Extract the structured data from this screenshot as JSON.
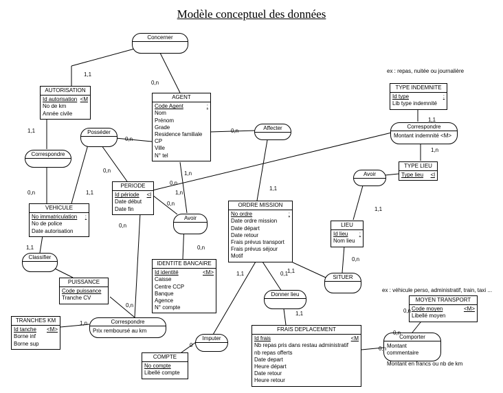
{
  "title": "Modèle conceptuel des données",
  "entities": {
    "autorisation": {
      "name": "AUTORISATION",
      "key": "Id autorisation",
      "key_tag": "<M",
      "attrs": [
        "No de km",
        "Année civile"
      ]
    },
    "agent": {
      "name": "AGENT",
      "key": "Code Agent",
      "key_tag": ":",
      "attrs": [
        "Nom",
        "Prénom",
        "Grade",
        "Residence familiale",
        "CP",
        "Ville",
        "N° tel"
      ]
    },
    "type_indemnite": {
      "name": "TYPE INDEMNITE",
      "key": "Id type",
      "key_tag": ":",
      "attrs": [
        "Lib type indemnité"
      ]
    },
    "type_lieu": {
      "name": "TYPE LIEU",
      "key": "Type lieu",
      "key_tag": "<l",
      "attrs": []
    },
    "vehicule": {
      "name": "VEHICULE",
      "key": "No immatriculation",
      "key_tag": ":",
      "attrs": [
        "No de police",
        "Date autorisation"
      ]
    },
    "periode": {
      "name": "PERIODE",
      "key": "Id période",
      "key_tag": "<l",
      "attrs": [
        "Date début",
        "Date fin"
      ]
    },
    "ordre_mission": {
      "name": "ORDRE MISSION",
      "key": "No ordre",
      "key_tag": ":",
      "attrs": [
        "Date ordre mission",
        "Date départ",
        "Date retour",
        "Frais prévus transport",
        "Frais prévus séjour",
        "Motif"
      ]
    },
    "lieu": {
      "name": "LIEU",
      "key": "Id lieu",
      "key_tag": ":",
      "attrs": [
        "Nom lieu"
      ]
    },
    "identite_bancaire": {
      "name": "IDENTITE BANCAIRE",
      "key": "Id identité",
      "key_tag": "<M>",
      "attrs": [
        "Caisse",
        "Centre CCP",
        "Banque",
        "Agence",
        "N° compte"
      ]
    },
    "puissance": {
      "name": "PUISSANCE",
      "key": "Code puissance",
      "key_tag": "",
      "attrs": [
        "Tranche CV"
      ]
    },
    "tranches_km": {
      "name": "TRANCHES KM",
      "key": "Id tanche",
      "key_tag": "<M>",
      "attrs": [
        "Borne inf",
        "Borne sup"
      ]
    },
    "moyen_transport": {
      "name": "MOYEN TRANSPORT",
      "key": "Code moyen",
      "key_tag": "<M>",
      "attrs": [
        "Libellé moyen"
      ]
    },
    "frais_deplacement": {
      "name": "FRAIS DEPLACEMENT",
      "key": "Id frais",
      "key_tag": "<M",
      "attrs": [
        "Nb repas pris dans restau administratif",
        "nb repas offerts",
        "Date depart",
        "Heure départ",
        "Date retour",
        "Heure retour"
      ]
    },
    "compte": {
      "name": "COMPTE",
      "key": "No compte",
      "key_tag": "",
      "attrs": [
        "Libellé compte"
      ]
    }
  },
  "associations": {
    "concerner": {
      "name": "Concerner",
      "attrs": []
    },
    "posseder": {
      "name": "Posséder",
      "attrs": []
    },
    "affecter": {
      "name": "Affecter",
      "attrs": []
    },
    "correspondre_ti": {
      "name": "Correspondre",
      "attrs": [
        "Montant indemnité   <M>"
      ]
    },
    "correspondre_av": {
      "name": "Correspondre",
      "attrs": []
    },
    "avoir_tl": {
      "name": "Avoir",
      "attrs": []
    },
    "avoir_ib": {
      "name": "Avoir",
      "attrs": []
    },
    "classifier": {
      "name": "Classifier",
      "attrs": []
    },
    "situer": {
      "name": "SITUER",
      "attrs": []
    },
    "donner_lieu": {
      "name": "Donner lieu",
      "attrs": []
    },
    "correspondre_tk": {
      "name": "Correspondre",
      "attrs": [
        "Prix remboursé au km"
      ]
    },
    "imputer": {
      "name": "Imputer",
      "attrs": []
    },
    "comporter": {
      "name": "Comporter",
      "attrs": [
        "Montant",
        "commentaire"
      ]
    }
  },
  "cardinalities": [
    "1,1",
    "0,n",
    "0,n",
    "1,1",
    "0,n",
    "0,n",
    "1,1",
    "1,1",
    "1,n",
    "0,n",
    "1,1",
    "0,n",
    "1,n",
    "1,n",
    "0,n",
    "0,n",
    "1,1",
    "0,n",
    "1,1",
    "0,n",
    "0,1",
    "1,1",
    "1,1",
    "1,1",
    "0,n",
    "1,n",
    "0,n",
    "0,n",
    "0",
    "0,n"
  ],
  "notes": {
    "type_indemnite": "ex : repas, nuitée ou journalière",
    "moyen_transport": "ex : véhicule perso, administratif, train, taxi ...",
    "comporter": "Montant en francs ou nb de km"
  }
}
